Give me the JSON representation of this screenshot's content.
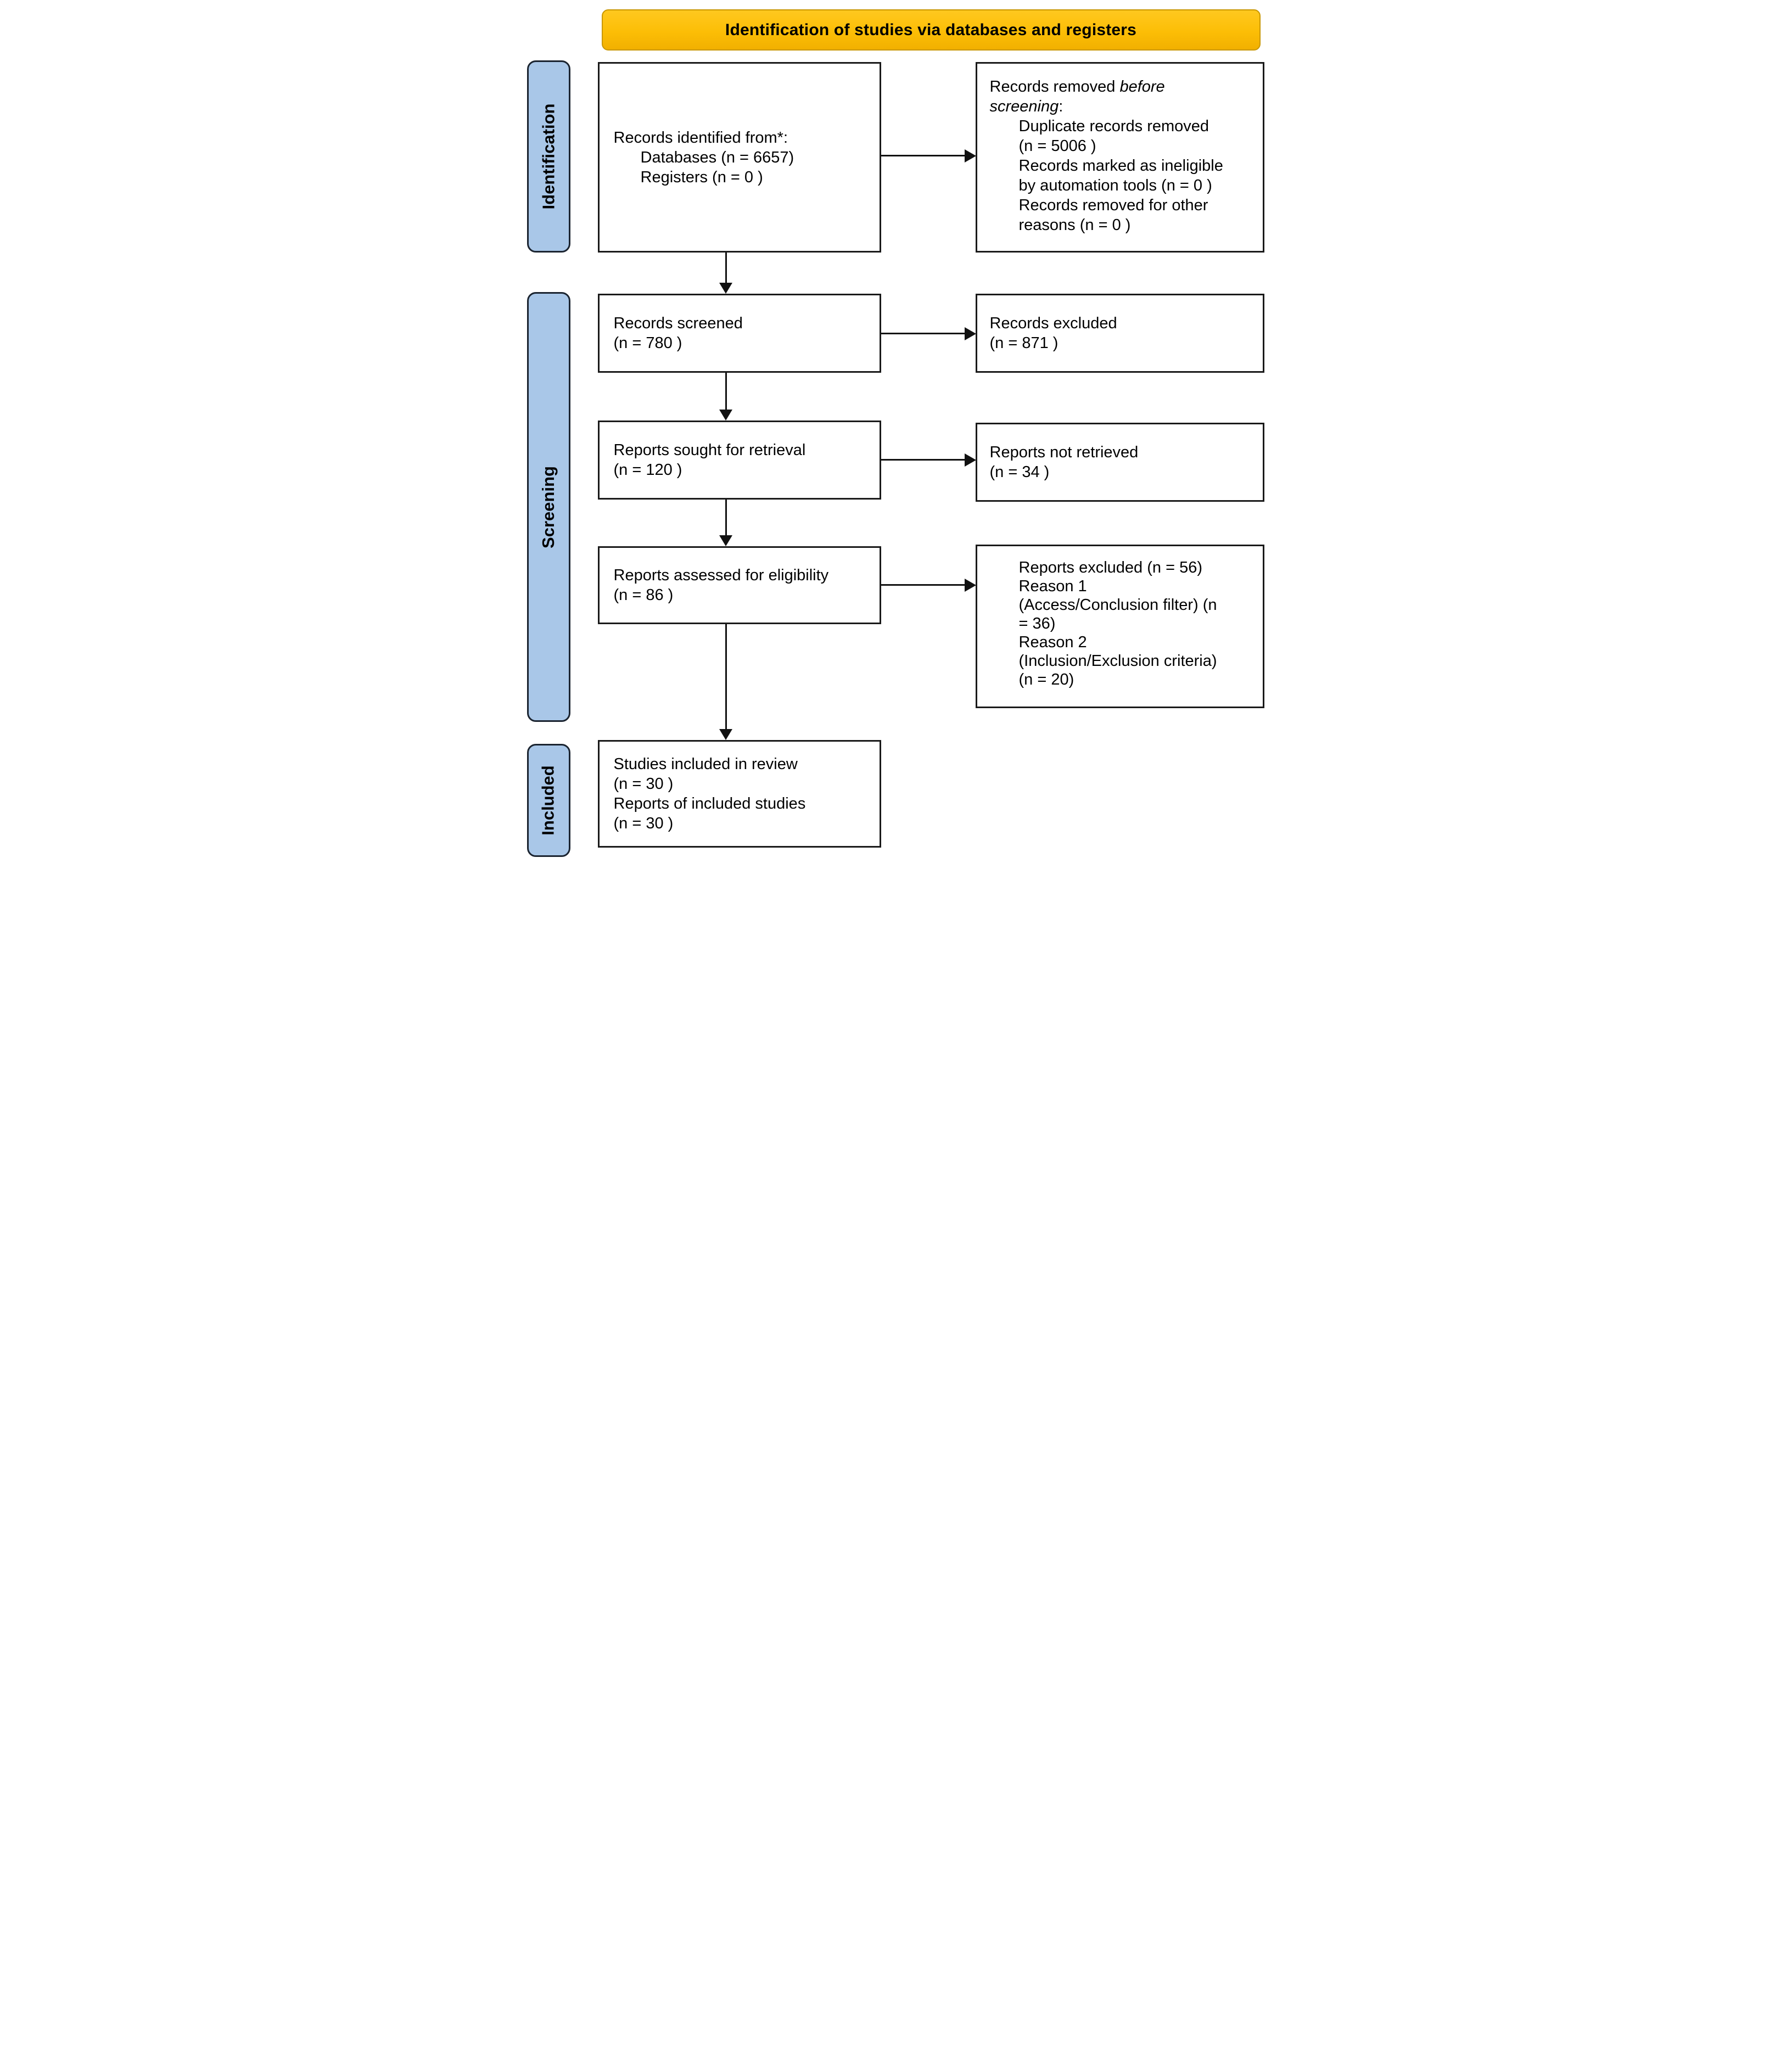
{
  "banner": {
    "title": "Identification of studies via databases and registers"
  },
  "stages": [
    {
      "label": "Identification"
    },
    {
      "label": "Screening"
    },
    {
      "label": "Included"
    }
  ],
  "colors": {
    "banner_bg": "#FFC000",
    "banner_border": "#C99700",
    "stage_bg": "#A9C7E8",
    "stage_border": "#1B2430",
    "box_border": "#1A1A1A",
    "arrow": "#111111",
    "text": "#000000"
  },
  "boxes": {
    "records_identified": {
      "title": "Records identified from*:",
      "items": [
        "Databases (n = 6657)",
        "Registers (n = 0 )"
      ]
    },
    "records_removed": {
      "title_pre": "Records removed ",
      "title_italic_1": "before",
      "title_italic_2": "screening",
      "title_suffix": ":",
      "item_lines": [
        "Duplicate records removed",
        "(n = 5006 )",
        "Records marked as ineligible",
        "by automation tools (n = 0 )",
        "Records removed for other",
        "reasons (n = 0 )"
      ]
    },
    "records_screened": {
      "lines": [
        "Records screened",
        "(n = 780 )"
      ]
    },
    "records_excluded": {
      "lines": [
        "Records excluded",
        "(n = 871 )"
      ]
    },
    "reports_sought": {
      "lines": [
        "Reports sought for retrieval",
        "(n = 120 )"
      ]
    },
    "reports_not_retrieved": {
      "lines": [
        "Reports not retrieved",
        "(n = 34 )"
      ]
    },
    "reports_assessed": {
      "lines": [
        "Reports assessed for eligibility",
        "(n = 86 )"
      ]
    },
    "reports_excluded": {
      "lines": [
        "Reports excluded (n = 56)",
        "Reason 1",
        "(Access/Conclusion filter) (n",
        "= 36)",
        "Reason 2",
        "(Inclusion/Exclusion criteria)",
        "(n = 20)"
      ]
    },
    "studies_included": {
      "lines": [
        "Studies included in review",
        "(n = 30 )",
        "Reports of included studies",
        "(n = 30 )"
      ]
    }
  }
}
